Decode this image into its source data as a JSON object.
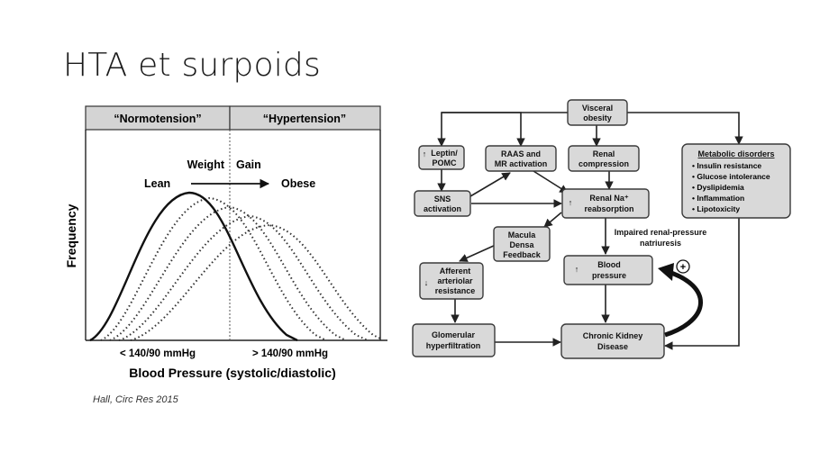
{
  "slide": {
    "title": "HTA et surpoids",
    "citation": "Hall, Circ Res 2015"
  },
  "curve_chart": {
    "header_left": "“Normotension”",
    "header_right": "“Hypertension”",
    "weight_label": "Weight",
    "gain_label": "Gain",
    "lean_label": "Lean",
    "obese_label": "Obese",
    "y_axis_label": "Frequency",
    "x_left_label": "< 140/90 mmHg",
    "x_right_label": "> 140/90 mmHg",
    "x_axis_label": "Blood Pressure (systolic/diastolic)"
  },
  "flow": {
    "visceral": [
      "Visceral",
      "obesity"
    ],
    "leptin": [
      "Leptin/",
      "POMC"
    ],
    "raas": [
      "RAAS and",
      "MR activation"
    ],
    "renal_comp": [
      "Renal",
      "compression"
    ],
    "metabolic_title": "Metabolic disorders",
    "metabolic_items": [
      "Insulin resistance",
      "Glucose intolerance",
      "Dyslipidemia",
      "Inflammation",
      "Lipotoxicity"
    ],
    "sns": [
      "SNS",
      "activation"
    ],
    "renal_na": [
      "Renal Na⁺",
      "reabsorption"
    ],
    "macula": [
      "Macula",
      "Densa",
      "Feedback"
    ],
    "impaired": [
      "Impaired renal-pressure",
      "natriuresis"
    ],
    "afferent": [
      "Afferent",
      "arteriolar",
      "resistance"
    ],
    "bp": [
      "Blood",
      "pressure"
    ],
    "glomerular": [
      "Glomerular",
      "hyperfiltration"
    ],
    "ckd": [
      "Chronic Kidney",
      "Disease"
    ],
    "plus_sign": "+"
  }
}
